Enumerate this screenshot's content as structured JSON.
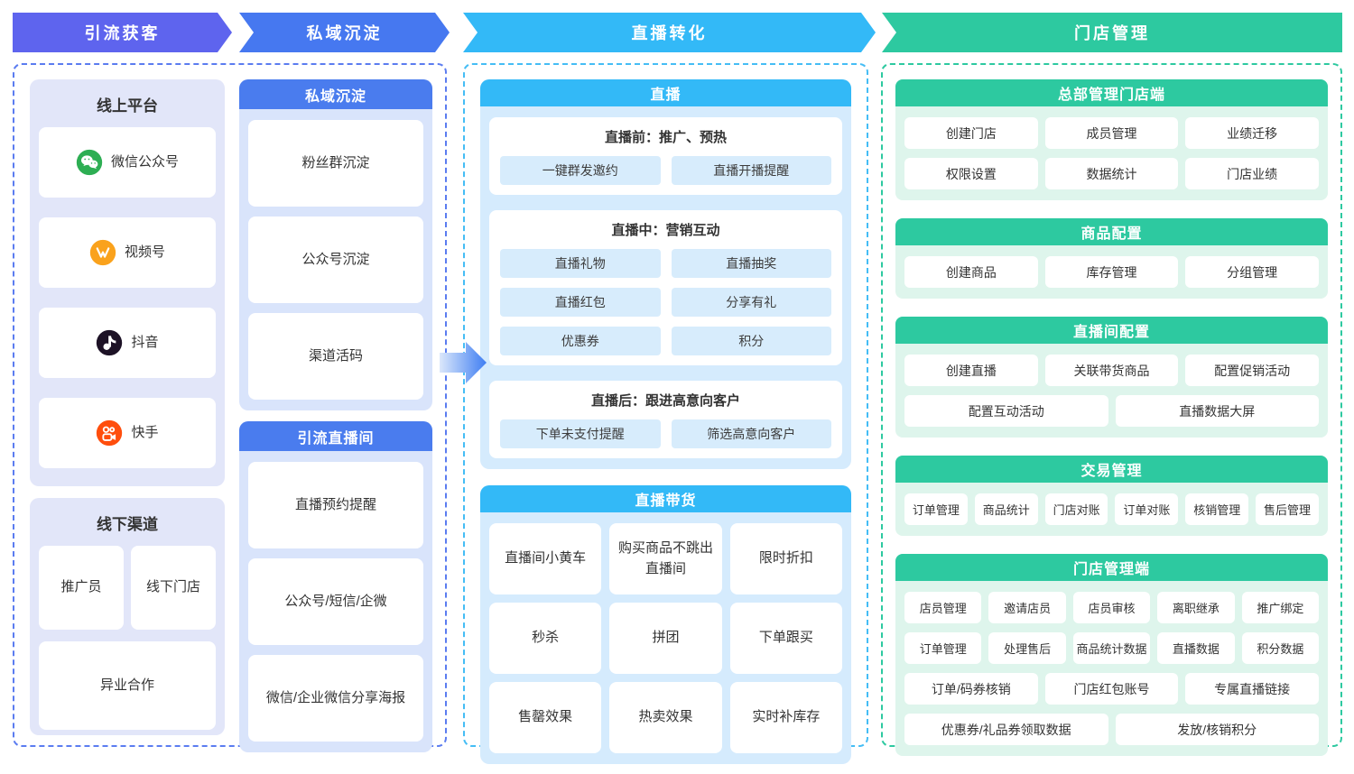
{
  "palette": {
    "arrow_acquisition": "#5e64ee",
    "arrow_private": "#4678f0",
    "arrow_live": "#33b9f7",
    "arrow_store": "#2dc9a0",
    "border_left": "#5b7cf0",
    "border_mid": "#45bdf5",
    "border_right": "#2dc9a0",
    "panel_lavender": "#e2e6f9",
    "panel_blue_bg": "#d9e4fb",
    "panel_blue_header": "#4a7cee",
    "panel_cyan_bg": "#d5ebfd",
    "panel_cyan_header": "#33b9f7",
    "cyan_button": "#d7ecfc",
    "panel_teal_bg": "#def5ec",
    "panel_teal_header": "#2dc9a0",
    "wechat_green": "#2dae53",
    "channels_orange": "#faa21c",
    "douyin_black": "#1d1226",
    "kuaishou_orange": "#ff4e0d"
  },
  "flow": [
    {
      "label": "引流获客"
    },
    {
      "label": "私域沉淀"
    },
    {
      "label": "直播转化"
    },
    {
      "label": "门店管理"
    }
  ],
  "col1": {
    "online": {
      "title": "线上平台",
      "items": [
        {
          "label": "微信公众号",
          "icon": "wechat-icon"
        },
        {
          "label": "视频号",
          "icon": "channels-icon"
        },
        {
          "label": "抖音",
          "icon": "douyin-icon"
        },
        {
          "label": "快手",
          "icon": "kuaishou-icon"
        }
      ]
    },
    "offline": {
      "title": "线下渠道",
      "pair": [
        {
          "label": "推广员"
        },
        {
          "label": "线下门店"
        }
      ],
      "wide": {
        "label": "异业合作"
      }
    }
  },
  "col2": {
    "panels": [
      {
        "title": "私域沉淀",
        "items": [
          {
            "label": "粉丝群沉淀"
          },
          {
            "label": "公众号沉淀"
          },
          {
            "label": "渠道活码"
          }
        ]
      },
      {
        "title": "引流直播间",
        "items": [
          {
            "label": "直播预约提醒"
          },
          {
            "label": "公众号/短信/企微"
          },
          {
            "label": "微信/企业微信分享海报"
          }
        ]
      }
    ]
  },
  "col3": {
    "live": {
      "title": "直播",
      "stages": [
        {
          "title": "直播前：推广、预热",
          "buttons": [
            {
              "label": "一键群发邀约"
            },
            {
              "label": "直播开播提醒"
            }
          ]
        },
        {
          "title": "直播中：营销互动",
          "buttons": [
            {
              "label": "直播礼物"
            },
            {
              "label": "直播抽奖"
            },
            {
              "label": "直播红包"
            },
            {
              "label": "分享有礼"
            },
            {
              "label": "优惠券"
            },
            {
              "label": "积分"
            }
          ]
        },
        {
          "title": "直播后：跟进高意向客户",
          "buttons": [
            {
              "label": "下单未支付提醒"
            },
            {
              "label": "筛选高意向客户"
            }
          ]
        }
      ]
    },
    "selling": {
      "title": "直播带货",
      "cells": [
        {
          "label": "直播间小黄车"
        },
        {
          "label": "购买商品不跳出直播间"
        },
        {
          "label": "限时折扣"
        },
        {
          "label": "秒杀"
        },
        {
          "label": "拼团"
        },
        {
          "label": "下单跟买"
        },
        {
          "label": "售罄效果"
        },
        {
          "label": "热卖效果"
        },
        {
          "label": "实时补库存"
        }
      ]
    }
  },
  "col4": {
    "sections": [
      {
        "title": "总部管理门店端",
        "rows": [
          [
            {
              "label": "创建门店"
            },
            {
              "label": "成员管理"
            },
            {
              "label": "业绩迁移"
            }
          ],
          [
            {
              "label": "权限设置"
            },
            {
              "label": "数据统计"
            },
            {
              "label": "门店业绩"
            }
          ]
        ]
      },
      {
        "title": "商品配置",
        "rows": [
          [
            {
              "label": "创建商品"
            },
            {
              "label": "库存管理"
            },
            {
              "label": "分组管理"
            }
          ]
        ]
      },
      {
        "title": "直播间配置",
        "rows": [
          [
            {
              "label": "创建直播"
            },
            {
              "label": "关联带货商品"
            },
            {
              "label": "配置促销活动"
            }
          ],
          [
            {
              "label": "配置互动活动"
            },
            {
              "label": "直播数据大屏"
            }
          ]
        ]
      },
      {
        "title": "交易管理",
        "rows": [
          [
            {
              "label": "订单管理"
            },
            {
              "label": "商品统计"
            },
            {
              "label": "门店对账"
            },
            {
              "label": "订单对账"
            },
            {
              "label": "核销管理"
            },
            {
              "label": "售后管理"
            }
          ]
        ]
      },
      {
        "title": "门店管理端",
        "rows": [
          [
            {
              "label": "店员管理"
            },
            {
              "label": "邀请店员"
            },
            {
              "label": "店员审核"
            },
            {
              "label": "离职继承"
            },
            {
              "label": "推广绑定"
            }
          ],
          [
            {
              "label": "订单管理"
            },
            {
              "label": "处理售后"
            },
            {
              "label": "商品统计数据"
            },
            {
              "label": "直播数据"
            },
            {
              "label": "积分数据"
            }
          ],
          [
            {
              "label": "订单/码券核销"
            },
            {
              "label": "门店红包账号"
            },
            {
              "label": "专属直播链接"
            }
          ],
          [
            {
              "label": "优惠券/礼品券领取数据"
            },
            {
              "label": "发放/核销积分"
            }
          ]
        ]
      }
    ]
  }
}
